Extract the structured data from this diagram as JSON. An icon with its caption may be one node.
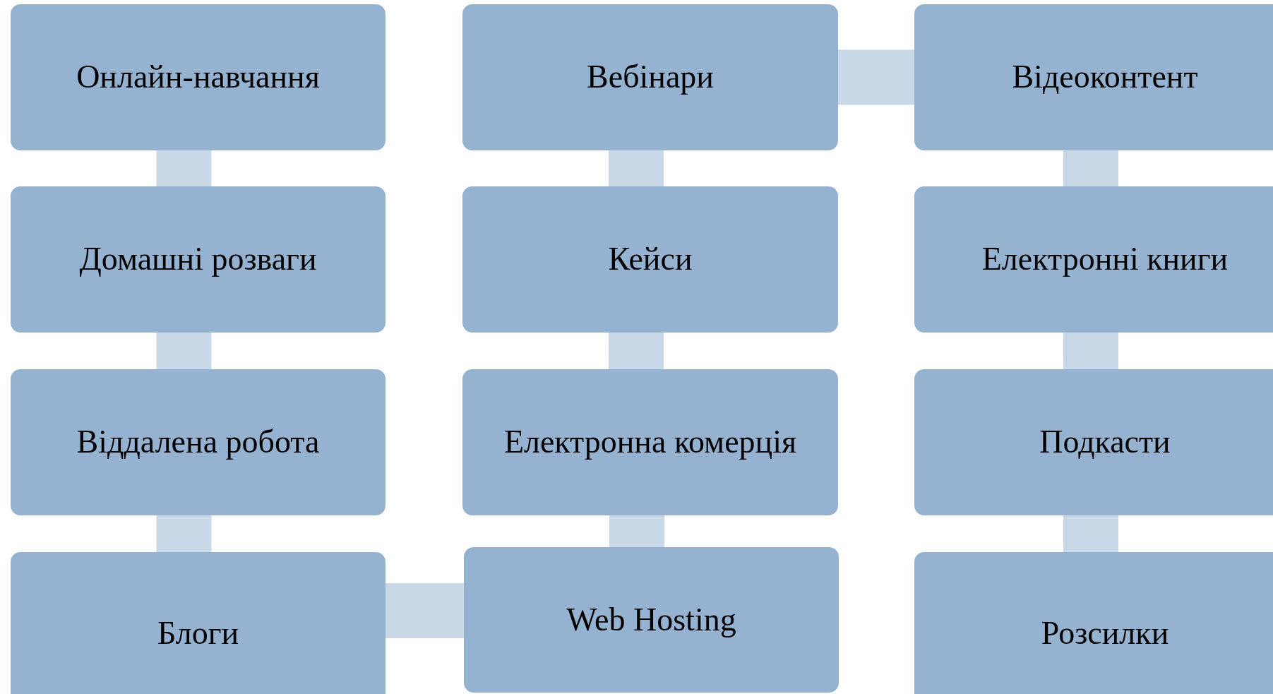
{
  "diagram": {
    "nodes": [
      {
        "text": [
          "Онлайн-навчання"
        ]
      },
      {
        "text": [
          "Вебінари"
        ]
      },
      {
        "text": [
          "Відеоконтент"
        ]
      },
      {
        "text": [
          "Домашні розваги"
        ]
      },
      {
        "text": [
          "Кейси"
        ]
      },
      {
        "text": [
          "Електронні книги"
        ]
      },
      {
        "text": [
          "Віддалена робота"
        ]
      },
      {
        "text": [
          "Електронна комерція"
        ]
      },
      {
        "text": [
          "Подкасти"
        ]
      },
      {
        "text": [
          "Блоги"
        ]
      },
      {
        "text": [
          "Web Hosting"
        ]
      },
      {
        "text": [
          "Розсилки"
        ]
      }
    ],
    "edges": [
      {
        "from": 0,
        "to": 3,
        "arrow": "none"
      },
      {
        "from": 3,
        "to": 6,
        "arrow": "none"
      },
      {
        "from": 6,
        "to": 9,
        "arrow": "none"
      },
      {
        "from": 9,
        "to": 10,
        "arrow": "none"
      },
      {
        "from": 10,
        "to": 7,
        "arrow": "none"
      },
      {
        "from": 7,
        "to": 4,
        "arrow": "none"
      },
      {
        "from": 4,
        "to": 1,
        "arrow": "none"
      },
      {
        "from": 1,
        "to": 2,
        "arrow": "none"
      },
      {
        "from": 2,
        "to": 5,
        "arrow": "none"
      },
      {
        "from": 5,
        "to": 8,
        "arrow": "none"
      },
      {
        "from": 8,
        "to": 11,
        "arrow": "none"
      }
    ]
  }
}
